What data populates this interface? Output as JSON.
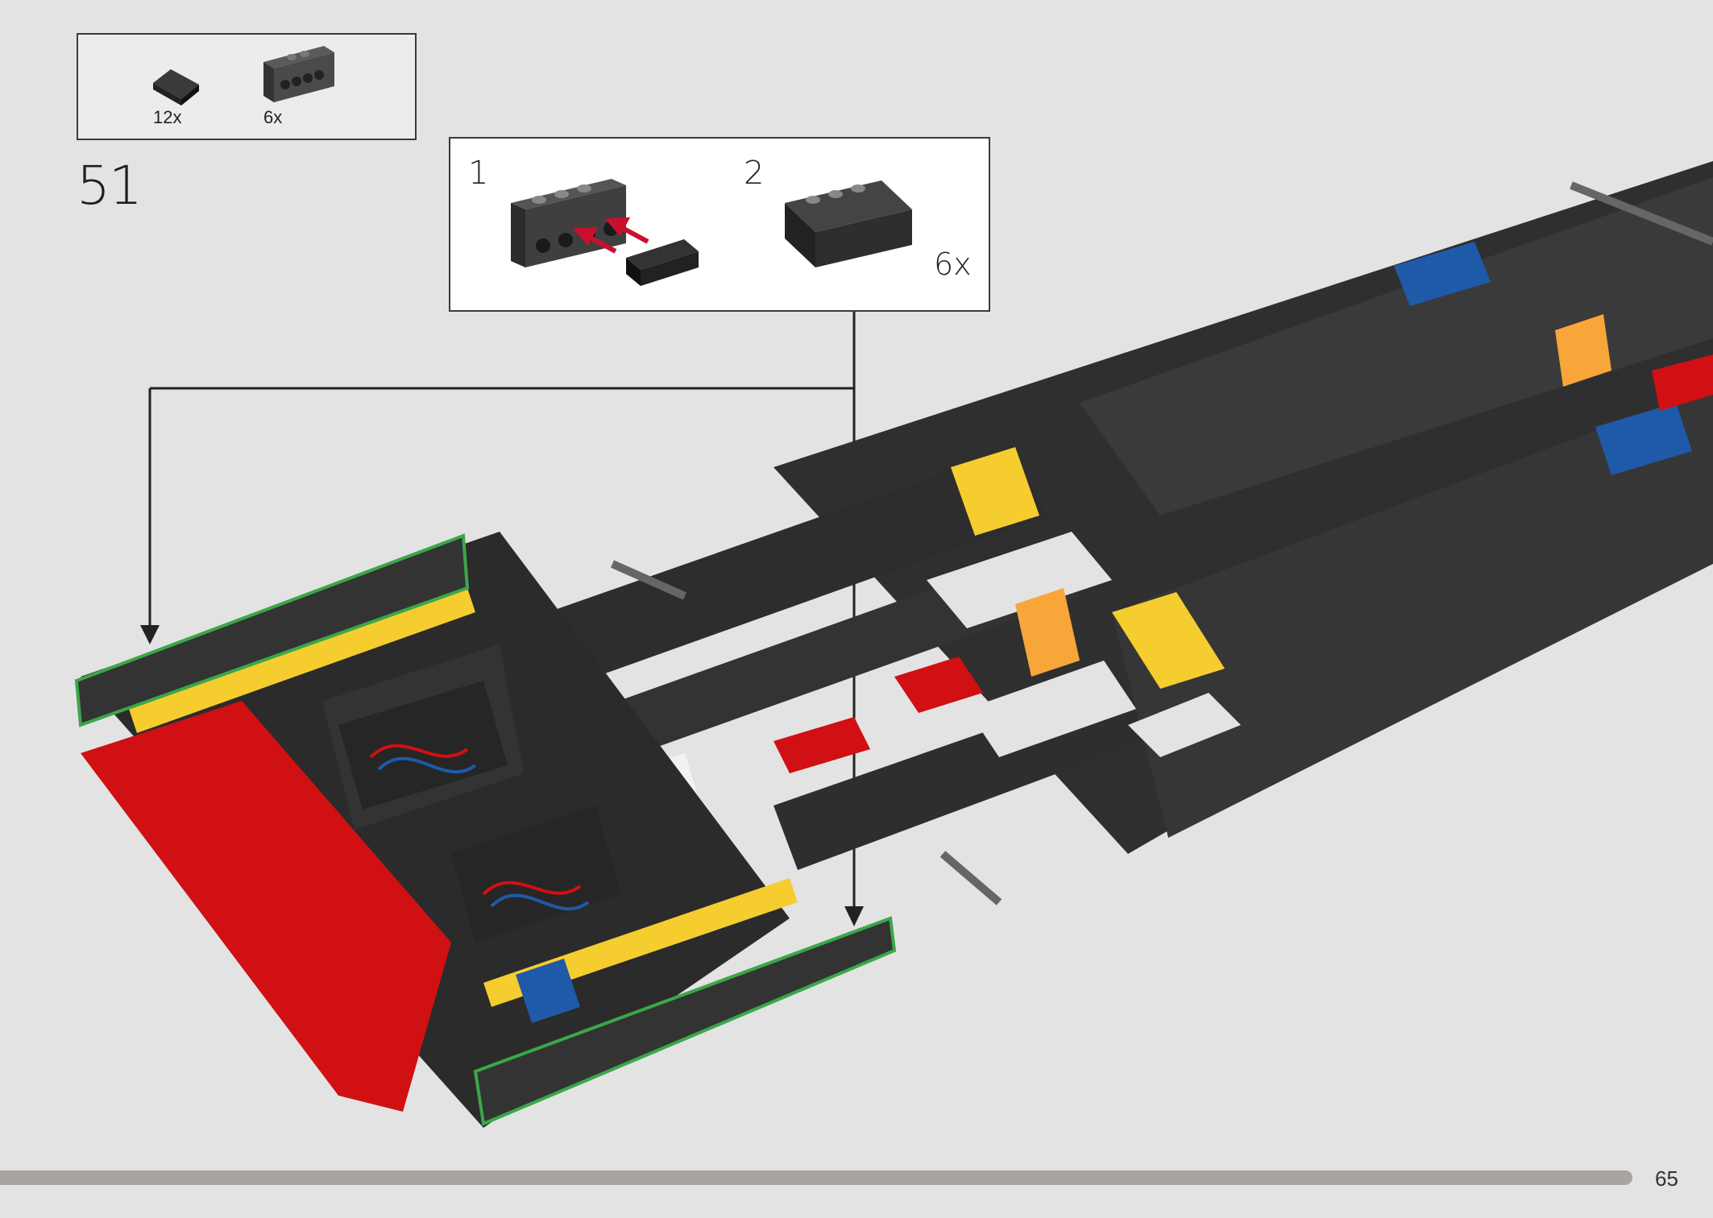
{
  "parts_list": {
    "items": [
      {
        "icon": "slope-tile-icon",
        "quantity": "12x"
      },
      {
        "icon": "bracket-plate-icon",
        "quantity": "6x"
      }
    ]
  },
  "step": {
    "number": "51"
  },
  "substeps": {
    "items": [
      {
        "number": "1"
      },
      {
        "number": "2",
        "multiplier": "6x"
      }
    ]
  },
  "footer": {
    "page_number": "65",
    "progress": 0.953
  },
  "colors": {
    "background": "#e3e3e3",
    "brick_dark": "#2b2b2b",
    "brick_grey": "#6b6b6b",
    "accent_red": "#d01012",
    "accent_yellow": "#f5cd2f",
    "accent_blue": "#1e5aa8",
    "accent_orange": "#f8a63a",
    "highlight_green": "#3aa74a",
    "arrow_red": "#c8102e"
  }
}
